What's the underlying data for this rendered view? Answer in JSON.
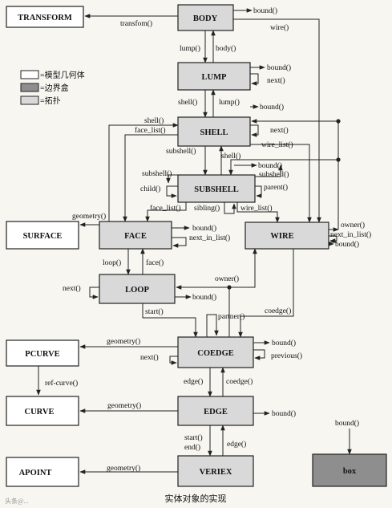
{
  "colors": {
    "background": "#f7f6f1",
    "model_geometry": "#ffffff",
    "bounding_box": "#8e8e8e",
    "topology": "#d9d9d9",
    "line": "#222222"
  },
  "legend": [
    {
      "label": "=模型几何体",
      "kind": "model_geometry"
    },
    {
      "label": "=边界盒",
      "kind": "bounding_box"
    },
    {
      "label": "=拓扑",
      "kind": "topology"
    }
  ],
  "nodes": {
    "transform": {
      "label": "TRANSFORM",
      "kind": "model_geometry"
    },
    "body": {
      "label": "BODY",
      "kind": "topology"
    },
    "lump": {
      "label": "LUMP",
      "kind": "topology"
    },
    "shell": {
      "label": "SHELL",
      "kind": "topology"
    },
    "subshell": {
      "label": "SUBSHELL",
      "kind": "topology"
    },
    "surface": {
      "label": "SURFACE",
      "kind": "model_geometry"
    },
    "face": {
      "label": "FACE",
      "kind": "topology"
    },
    "wire": {
      "label": "WIRE",
      "kind": "topology"
    },
    "loop": {
      "label": "LOOP",
      "kind": "topology"
    },
    "pcurve": {
      "label": "PCURVE",
      "kind": "model_geometry"
    },
    "coedge": {
      "label": "COEDGE",
      "kind": "topology"
    },
    "curve": {
      "label": "CURVE",
      "kind": "model_geometry"
    },
    "edge": {
      "label": "EDGE",
      "kind": "topology"
    },
    "apoint": {
      "label": "APOINT",
      "kind": "model_geometry"
    },
    "vertex": {
      "label": "VERIEX",
      "kind": "topology"
    },
    "box": {
      "label": "box",
      "kind": "bounding_box"
    }
  },
  "labels": {
    "transform": "transfom()",
    "body_bound": "bound()",
    "wire_from_body": "wire()",
    "lump": "lump()",
    "body": "body()",
    "lump_bound": "bound()",
    "lump_next": "next()",
    "shell": "shell()",
    "lump_from_shell": "lump()",
    "shell_bound": "bound()",
    "shell_from_face": "shell()",
    "face_list_1": "face_list()",
    "shell_next": "next()",
    "wire_list_1": "wire_list()",
    "subshell_1": "subshell()",
    "shell_from_sub": "shell()",
    "subshell_bound": "bound()",
    "subshell_2": "subshell()",
    "subshell_3": "subshell()",
    "child": "child()",
    "parent": "parent()",
    "face_list_2": "face_list()",
    "sibling": "sibling()",
    "wire_list_2": "wire_list()",
    "face_geometry": "geometry()",
    "face_bound": "bound()",
    "face_next_in_list": "next_in_list()",
    "wire_owner": "owner()",
    "wire_next_in_list": "next_in_list()",
    "wire_bound": "bound()",
    "loop_from_face": "loop()",
    "face_from_loop": "face()",
    "loop_owner": "owner()",
    "loop_next": "next()",
    "loop_bound": "bound()",
    "start_coedge": "start()",
    "partner": "partner()",
    "coedge_from_wire": "coedge()",
    "pcurve_geometry": "geometry()",
    "coedge_next": "next()",
    "coedge_bound": "bound()",
    "coedge_previous": "previous()",
    "ref_curve": "ref-curve()",
    "edge": "edge()",
    "coedge_from_edge": "coedge()",
    "curve_geometry": "geometry()",
    "edge_bound": "bound()",
    "vertex_start": "start()",
    "vertex_end": "end()",
    "edge_from_vertex": "edge()",
    "apoint_geometry": "geometry()",
    "box_bound": "bound()"
  },
  "caption": "实体对象的实现",
  "watermark": "头条@..."
}
